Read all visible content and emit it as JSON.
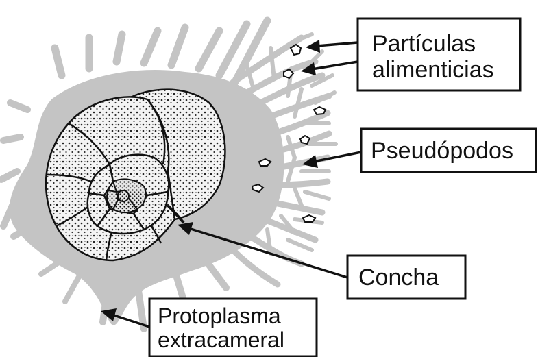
{
  "labels": {
    "food_particles": [
      "Partículas",
      "alimenticias"
    ],
    "pseudopods": [
      "Pseudópodos"
    ],
    "shell": [
      "Concha"
    ],
    "protoplasm": [
      "Protoplasma",
      "extracameral"
    ]
  },
  "colors": {
    "protoplasm": "#c4c4c4",
    "shell_fill": "#f2f2f2",
    "outline": "#111111",
    "background": "#ffffff"
  }
}
